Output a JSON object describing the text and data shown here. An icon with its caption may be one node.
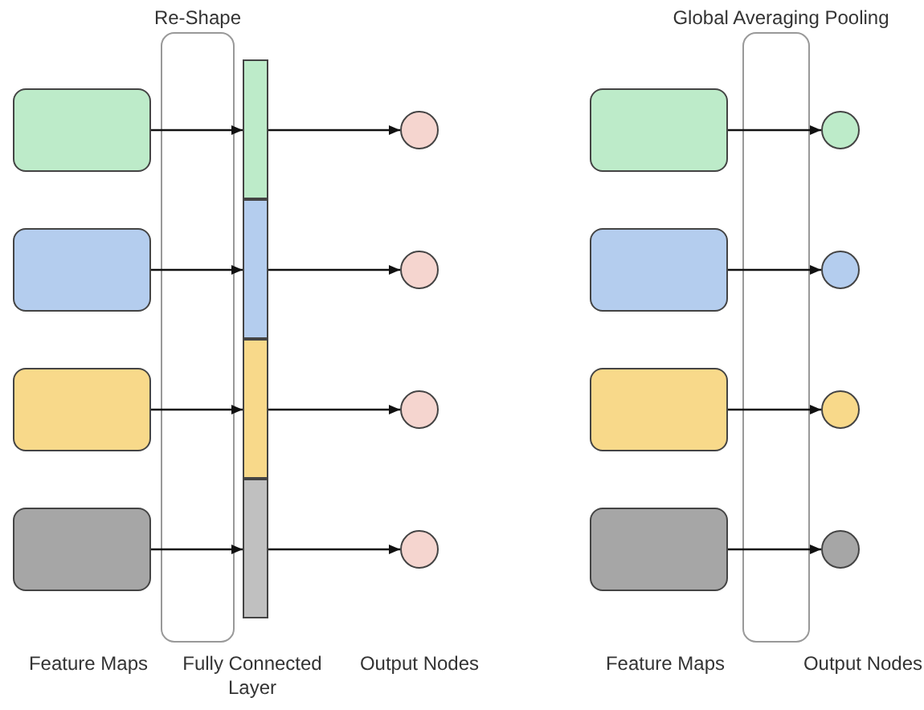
{
  "diagram": {
    "nodes": [
      {
        "text": [],
        "shape": "box"
      },
      {
        "text": [],
        "shape": "box"
      },
      {
        "text": [],
        "shape": "box"
      },
      {
        "text": [],
        "shape": "box"
      },
      {
        "text": [],
        "shape": "bar"
      },
      {
        "text": [],
        "shape": "bar"
      },
      {
        "text": [],
        "shape": "bar"
      },
      {
        "text": [],
        "shape": "bar"
      },
      {
        "text": [],
        "shape": "circle"
      },
      {
        "text": [],
        "shape": "circle"
      },
      {
        "text": [],
        "shape": "circle"
      },
      {
        "text": [],
        "shape": "circle"
      },
      {
        "text": [],
        "shape": "box"
      },
      {
        "text": [],
        "shape": "box"
      },
      {
        "text": [],
        "shape": "box"
      },
      {
        "text": [],
        "shape": "box"
      },
      {
        "text": [],
        "shape": "circle"
      },
      {
        "text": [],
        "shape": "circle"
      },
      {
        "text": [],
        "shape": "circle"
      },
      {
        "text": [],
        "shape": "circle"
      }
    ],
    "edges": [
      {
        "from": 0,
        "to": 4,
        "arrow": "to"
      },
      {
        "from": 1,
        "to": 5,
        "arrow": "to"
      },
      {
        "from": 2,
        "to": 6,
        "arrow": "to"
      },
      {
        "from": 3,
        "to": 7,
        "arrow": "to"
      },
      {
        "from": 4,
        "to": 8,
        "arrow": "to"
      },
      {
        "from": 5,
        "to": 9,
        "arrow": "to"
      },
      {
        "from": 6,
        "to": 10,
        "arrow": "to"
      },
      {
        "from": 7,
        "to": 11,
        "arrow": "to"
      },
      {
        "from": 12,
        "to": 16,
        "arrow": "to"
      },
      {
        "from": 13,
        "to": 17,
        "arrow": "to"
      },
      {
        "from": 14,
        "to": 18,
        "arrow": "to"
      },
      {
        "from": 15,
        "to": 19,
        "arrow": "to"
      }
    ],
    "labels": [
      "Re-Shape",
      "Global Averaging Pooling",
      "Feature Maps",
      "Fully Connected Layer",
      "Output Nodes",
      "Feature Maps",
      "Output Nodes"
    ]
  }
}
